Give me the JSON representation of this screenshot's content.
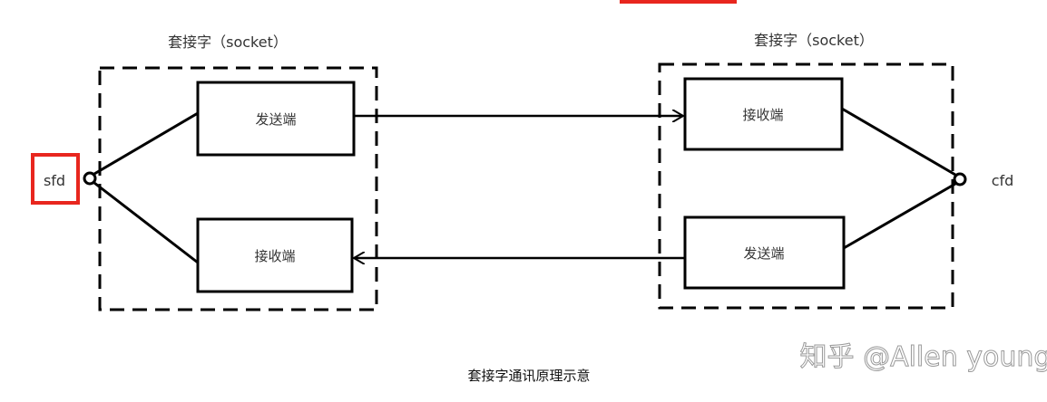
{
  "left": {
    "title": "套接字（socket）",
    "top_box": "发送端",
    "bottom_box": "接收端",
    "fd": "sfd"
  },
  "right": {
    "title": "套接字（socket）",
    "top_box": "接收端",
    "bottom_box": "发送端",
    "fd": "cfd"
  },
  "caption": "套接字通讯原理示意",
  "watermark": "知乎 @Allen young",
  "colors": {
    "highlight": "#e8261e",
    "line": "#000000"
  }
}
